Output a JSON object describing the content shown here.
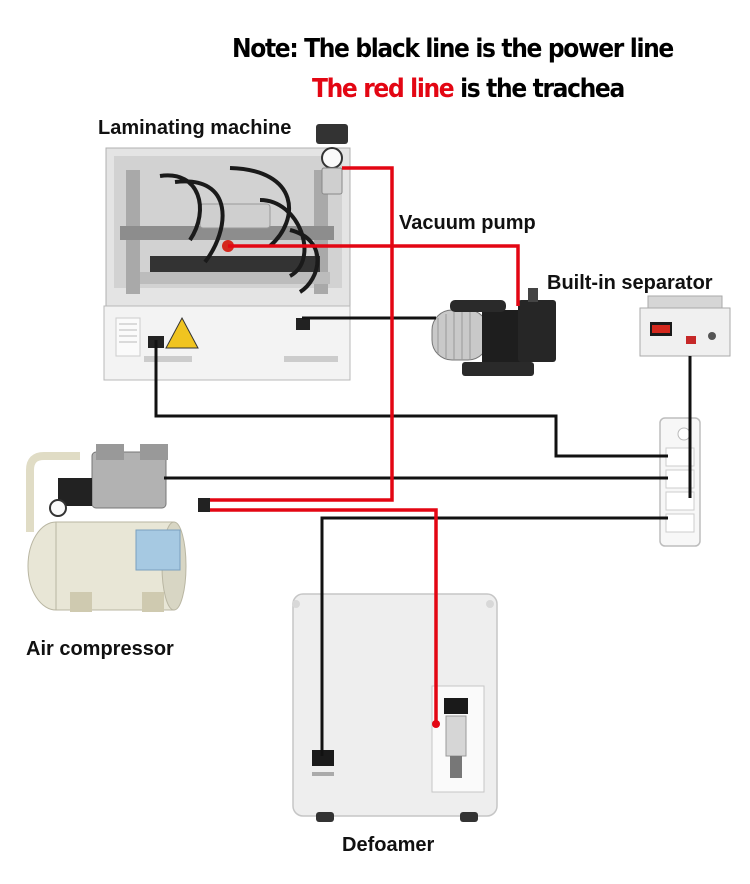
{
  "notes": {
    "line1": "Note: The black line is the power line",
    "line2_red": "The red line",
    "line2_rest": " is the trachea"
  },
  "labels": {
    "laminating_machine": "Laminating machine",
    "vacuum_pump": "Vacuum pump",
    "built_in_separator": "Built-in separator",
    "air_compressor": "Air compressor",
    "defoamer": "Defoamer"
  },
  "legend": {
    "power_line_color": "#111111",
    "trachea_color": "#e30613"
  },
  "colors": {
    "accent_red": "#e30613",
    "machine_white": "#eeeeee",
    "tank_cream": "#e8e6d6"
  }
}
